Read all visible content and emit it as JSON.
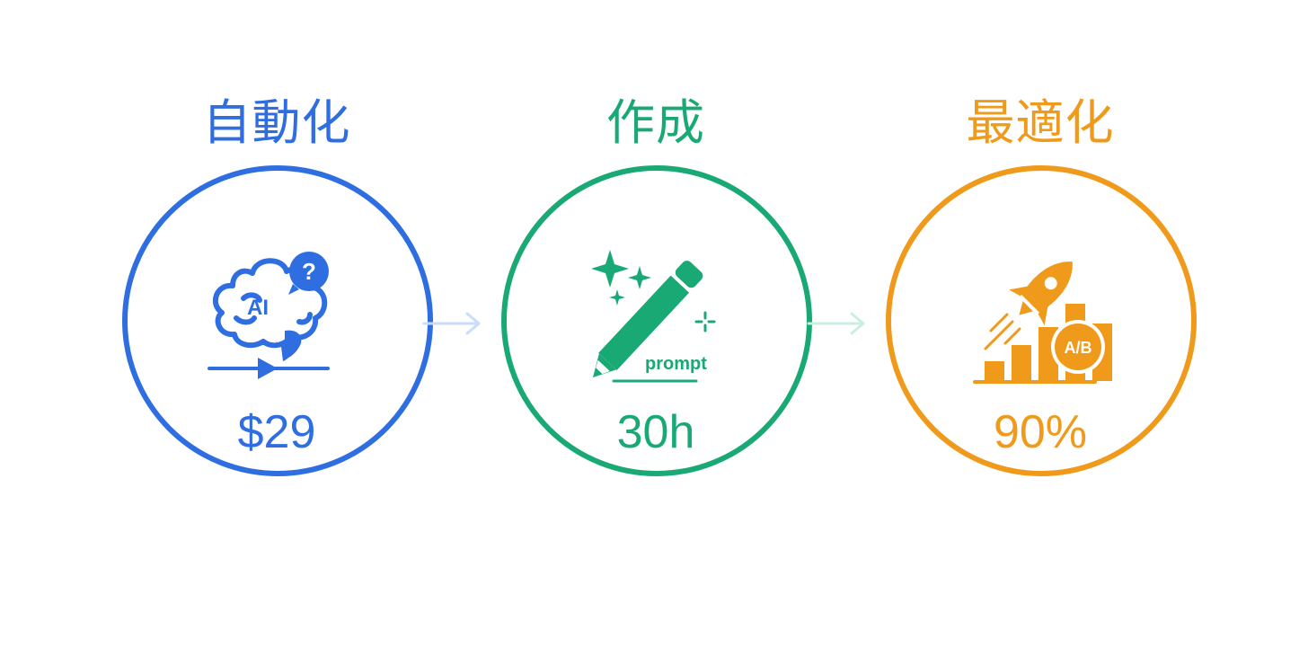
{
  "steps": [
    {
      "title": "自動化",
      "value": "$29",
      "icon_label": "AI",
      "icon_badge": "?",
      "icon": "brain-ai-icon",
      "color": "#2f6ee0"
    },
    {
      "title": "作成",
      "value": "30h",
      "icon_label": "prompt",
      "icon": "pencil-sparkle-icon",
      "color": "#19a974"
    },
    {
      "title": "最適化",
      "value": "90%",
      "icon_label": "A/B",
      "icon": "rocket-chart-icon",
      "color": "#f09a1c"
    }
  ],
  "arrows": [
    {
      "color": "#c9dcf8",
      "icon": "arrow-right-icon"
    },
    {
      "color": "#c9efe0",
      "icon": "arrow-right-icon"
    }
  ]
}
